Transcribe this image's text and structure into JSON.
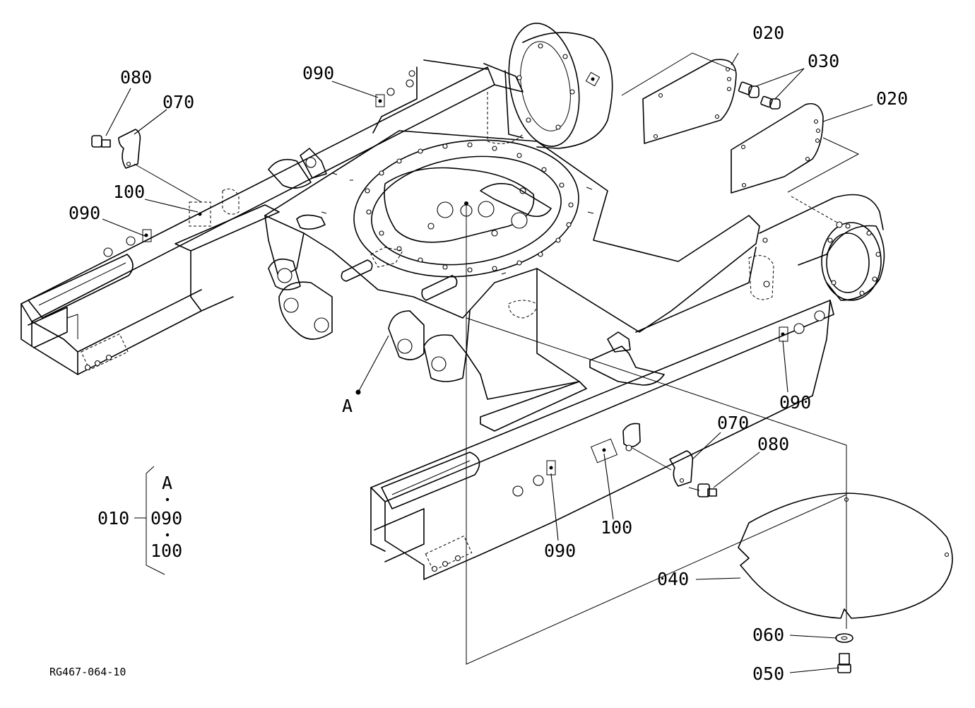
{
  "callouts": {
    "p020a": "020",
    "p020b": "020",
    "p030": "030",
    "p040": "040",
    "p050": "050",
    "p060": "060",
    "p070a": "070",
    "p070b": "070",
    "p080a": "080",
    "p080b": "080",
    "p090a": "090",
    "p090b": "090",
    "p090c": "090",
    "p090d": "090",
    "p100a": "100",
    "p100b": "100",
    "pointA": "A"
  },
  "assembly": {
    "parent": "010",
    "members": [
      "A",
      "090",
      "100"
    ]
  },
  "drawing_code": "RG467-064-10"
}
